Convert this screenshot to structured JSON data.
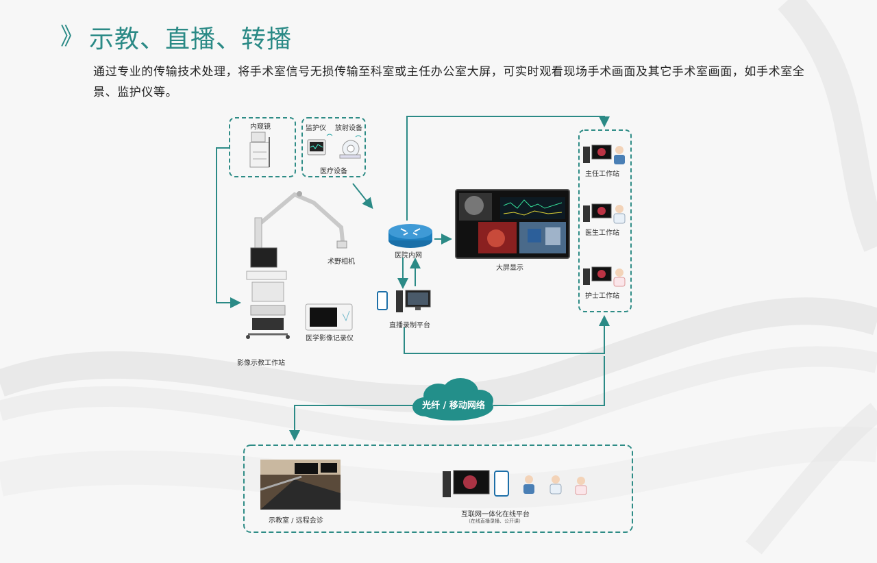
{
  "header": {
    "title": "示教、直播、转播"
  },
  "description": "通过专业的传输技术处理，将手术室信号无损传输至科室或主任办公室大屏，可实时观看现场手术画面及其它手术室画面，如手术室全景、监护仪等。",
  "nodes": {
    "endoscope": "内窥镜",
    "monitor": "监护仪",
    "radiation": "放射设备",
    "medical_devices": "医疗设备",
    "surgical_camera": "术野相机",
    "hospital_network": "医院内网",
    "big_screen": "大屏显示",
    "live_platform": "直播录制平台",
    "recorder": "医学影像记录仪",
    "teaching_station": "影像示教工作站",
    "director_station": "主任工作站",
    "doctor_station": "医生工作站",
    "nurse_station": "护士工作站",
    "network_cloud": "光纤 / 移动网络",
    "classroom": "示教室 / 远程会诊",
    "internet_platform": "互联网一体化在线平台",
    "internet_platform_sub": "（在线直播录播、公开课）"
  },
  "colors": {
    "accent": "#2b8a86",
    "dashed_border": "#2e8c86",
    "cloud": "#238f8a",
    "router": "#1d7fbf"
  }
}
